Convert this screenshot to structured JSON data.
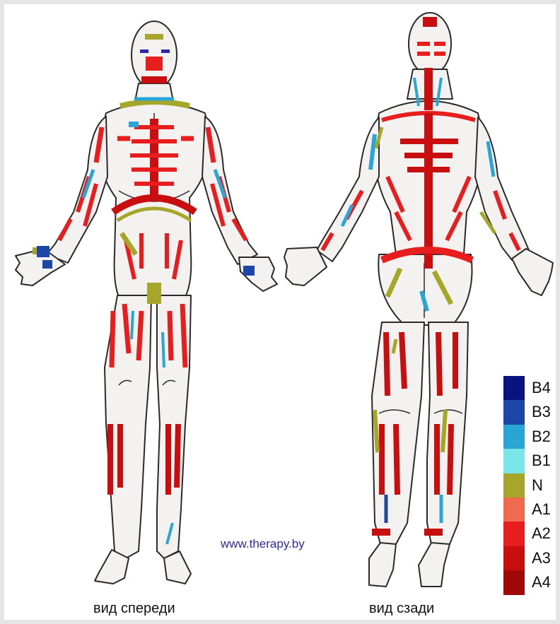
{
  "captions": {
    "front": "вид спереди",
    "back": "вид сзади"
  },
  "website": "www.therapy.by",
  "legend": [
    {
      "label": "B4",
      "color": "#0a1480"
    },
    {
      "label": "B3",
      "color": "#1e46a8"
    },
    {
      "label": "B2",
      "color": "#2aa6d6"
    },
    {
      "label": "B1",
      "color": "#7ae6ea"
    },
    {
      "label": "N",
      "color": "#a6a62a"
    },
    {
      "label": "A1",
      "color": "#f06a50"
    },
    {
      "label": "A2",
      "color": "#e81e1e"
    },
    {
      "label": "A3",
      "color": "#c80e0e"
    },
    {
      "label": "A4",
      "color": "#a00808"
    }
  ]
}
